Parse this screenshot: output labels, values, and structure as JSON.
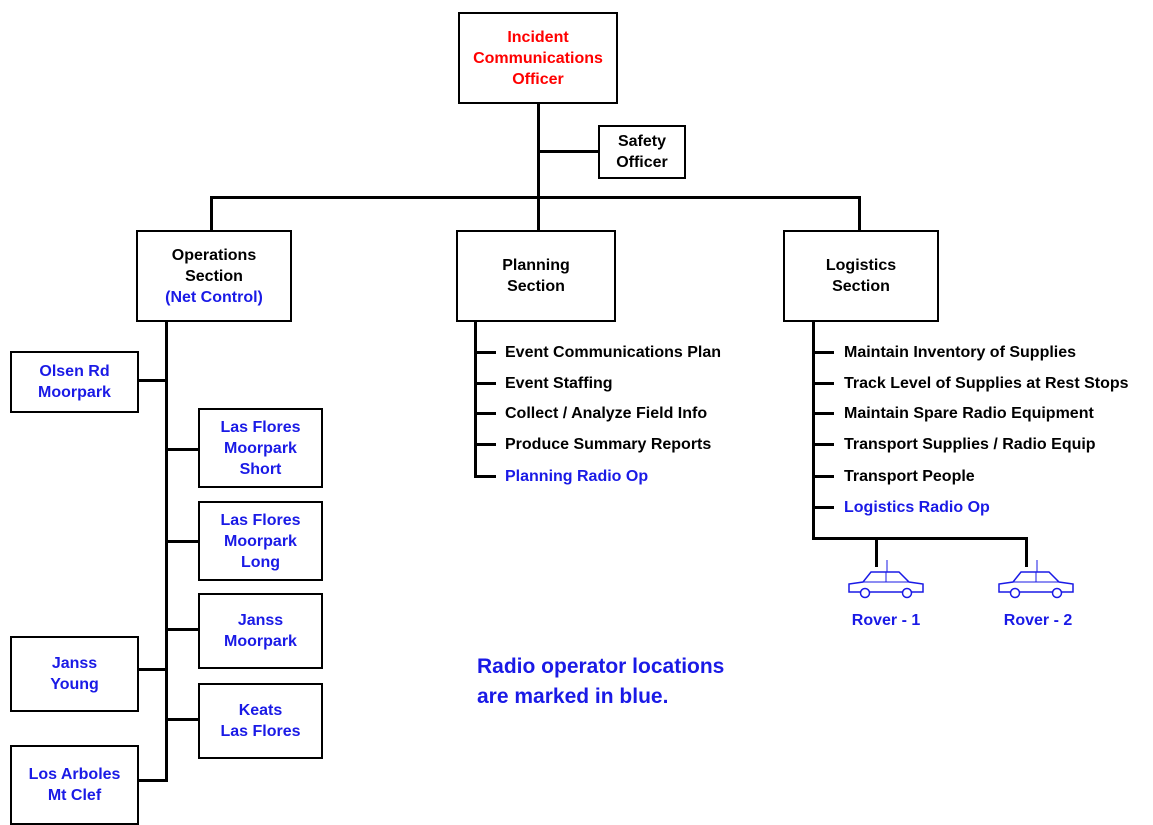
{
  "colors": {
    "red": "#ff0000",
    "blue": "#1a1ae6",
    "black": "#000000"
  },
  "incident": {
    "line1": "Incident",
    "line2": "Communications",
    "line3": "Officer"
  },
  "safety": {
    "line1": "Safety",
    "line2": "Officer"
  },
  "operations": {
    "line1": "Operations",
    "line2": "Section",
    "line3": "(Net Control)"
  },
  "planning": {
    "line1": "Planning",
    "line2": "Section",
    "items": [
      "Event Communications Plan",
      "Event Staffing",
      "Collect / Analyze Field Info",
      "Produce Summary Reports"
    ],
    "radio_op": "Planning Radio Op"
  },
  "logistics": {
    "line1": "Logistics",
    "line2": "Section",
    "items": [
      "Maintain Inventory of Supplies",
      "Track Level of Supplies at Rest Stops",
      "Maintain Spare Radio Equipment",
      "Transport Supplies / Radio Equip",
      "Transport People"
    ],
    "radio_op": "Logistics Radio Op"
  },
  "stations_left": [
    {
      "line1": "Olsen Rd",
      "line2": "Moorpark"
    },
    {
      "line1": "Janss",
      "line2": "Young"
    },
    {
      "line1": "Los Arboles",
      "line2": "Mt Clef"
    }
  ],
  "stations_right": [
    {
      "line1": "Las Flores",
      "line2": "Moorpark",
      "line3": "Short"
    },
    {
      "line1": "Las Flores",
      "line2": "Moorpark",
      "line3": "Long"
    },
    {
      "line1": "Janss",
      "line2": "Moorpark"
    },
    {
      "line1": "Keats",
      "line2": "Las Flores"
    }
  ],
  "rovers": [
    "Rover - 1",
    "Rover - 2"
  ],
  "note": {
    "line1": "Radio operator locations",
    "line2": "are marked in blue."
  }
}
